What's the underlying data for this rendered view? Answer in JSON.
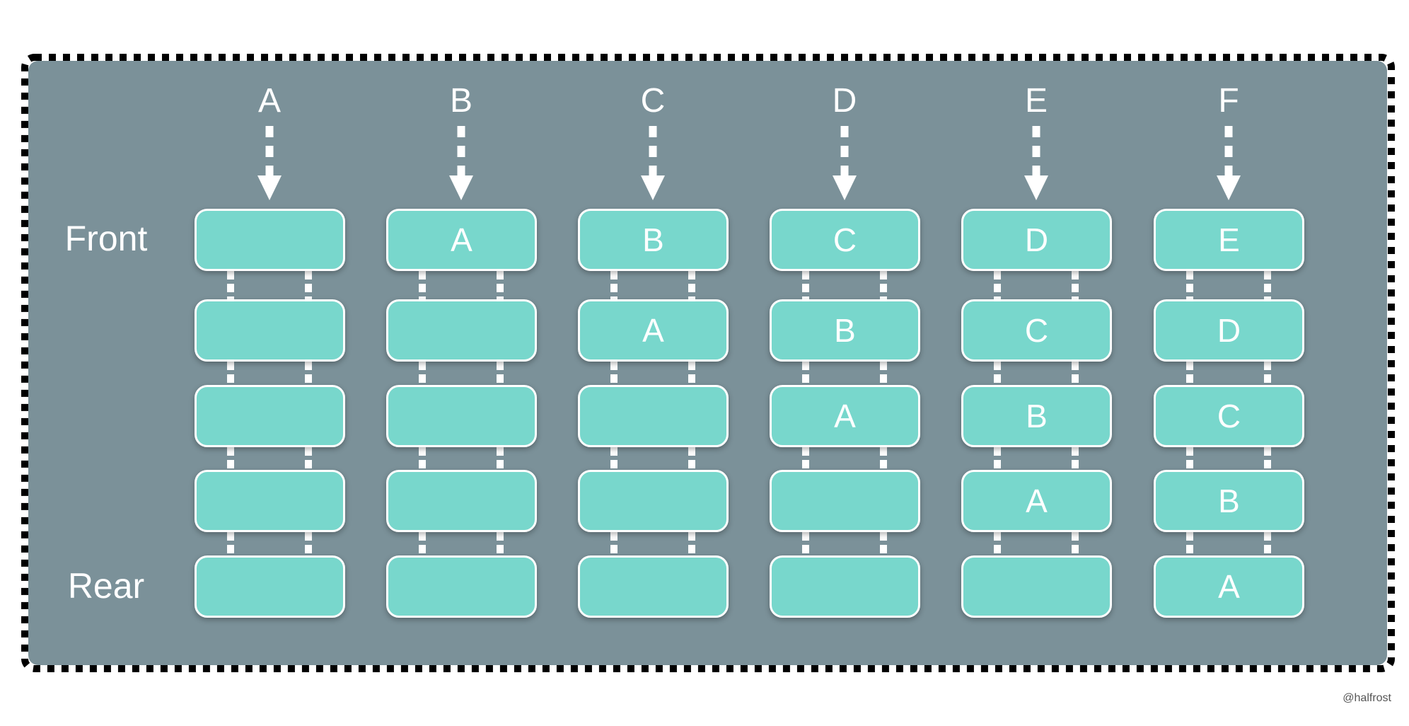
{
  "labels": {
    "front": "Front",
    "rear": "Rear"
  },
  "credit": "@halfrost",
  "colors": {
    "panel": "#7b9199",
    "slot": "#78d7cc",
    "border_dash": "#000000",
    "text": "#ffffff"
  },
  "columns": [
    {
      "input": "A",
      "slots": [
        "",
        "",
        "",
        "",
        ""
      ]
    },
    {
      "input": "B",
      "slots": [
        "A",
        "",
        "",
        "",
        ""
      ]
    },
    {
      "input": "C",
      "slots": [
        "B",
        "A",
        "",
        "",
        ""
      ]
    },
    {
      "input": "D",
      "slots": [
        "C",
        "B",
        "A",
        "",
        ""
      ]
    },
    {
      "input": "E",
      "slots": [
        "D",
        "C",
        "B",
        "A",
        ""
      ]
    },
    {
      "input": "F",
      "slots": [
        "E",
        "D",
        "C",
        "B",
        "A"
      ]
    }
  ]
}
